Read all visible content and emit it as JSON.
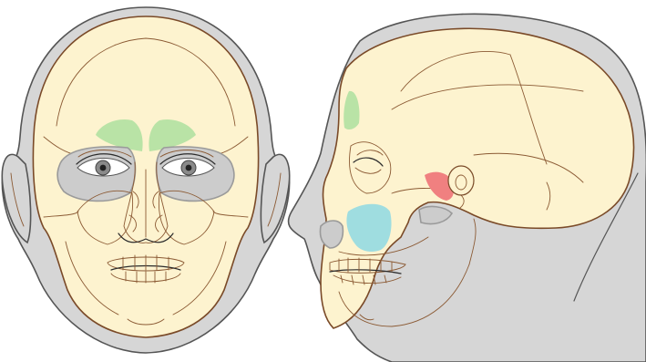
{
  "diagram": {
    "colors": {
      "skin": "#d6d6d6",
      "skin_edge": "#555555",
      "bone": "#fdf3cf",
      "bone_edge": "#7a4a28",
      "cavity": "#cccccc",
      "frontal_sinus": "#b9e3a6",
      "maxillary_sinus": "#9fdde0",
      "sphenoid_sinus": "#f08080"
    },
    "views": [
      {
        "id": "frontal",
        "icons": [
          "frontal-sinus-left-highlight",
          "frontal-sinus-right-highlight",
          "eye-left",
          "eye-right",
          "nasal-cavity",
          "teeth"
        ]
      },
      {
        "id": "lateral",
        "icons": [
          "frontal-sinus-highlight",
          "maxillary-sinus-highlight",
          "sphenoid-sinus-highlight",
          "ear",
          "eye",
          "teeth"
        ]
      }
    ]
  }
}
